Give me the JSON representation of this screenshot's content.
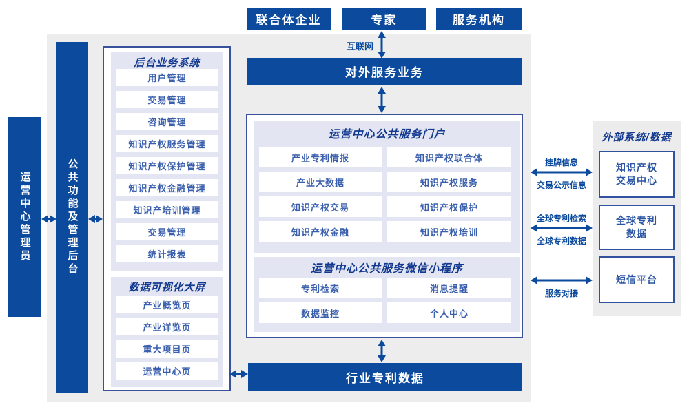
{
  "colors": {
    "primary_blue": "#0b4a9c",
    "header_navy": "#12388f",
    "item_text_blue": "#3a5fad",
    "panel_lavender": "#e3e6f2",
    "page_gray": "#ededed",
    "external_panel_gray": "#ececec"
  },
  "top": {
    "actors": [
      "联合体企业",
      "专家",
      "服务机构"
    ],
    "internet_label": "互联网"
  },
  "bars": {
    "external_service": "对外服务业务",
    "industry_data": "行业专利数据",
    "admin": "运营中心管理员",
    "backend_mgmt": "公共功能及管理后台"
  },
  "backend_panel": {
    "title": "后台业务系统",
    "items": [
      "用户管理",
      "交易管理",
      "咨询管理",
      "知识产权服务管理",
      "知识产权保护管理",
      "知识产权金融管理",
      "知识产培训管理",
      "交易管理",
      "统计报表"
    ]
  },
  "dashboard_panel": {
    "title": "数据可视化大屏",
    "items": [
      "产业概览页",
      "产业详览页",
      "重大项目页",
      "运营中心页"
    ]
  },
  "portal_panel": {
    "title": "运营中心公共服务门户",
    "items": [
      "产业专利情报",
      "知识产权联合体",
      "产业大数据",
      "知识产权服务",
      "知识产权交易",
      "知识产权保护",
      "知识产权金融",
      "知识产权培训"
    ]
  },
  "mini_panel": {
    "title": "运营中心公共服务微信小程序",
    "items": [
      "专利检索",
      "消息提醒",
      "数据监控",
      "个人中心"
    ]
  },
  "external_panel": {
    "title": "外部系统/数据",
    "boxes": [
      [
        "知识产权",
        "交易中心"
      ],
      [
        "全球专利",
        "数据"
      ],
      [
        "短信平台"
      ]
    ]
  },
  "links": {
    "listing_top": "挂牌信息",
    "listing_bottom": "交易公示信息",
    "patent_search_top": "全球专利检索",
    "patent_data_bottom": "全球专利数据",
    "service_bottom": "服务对接"
  }
}
